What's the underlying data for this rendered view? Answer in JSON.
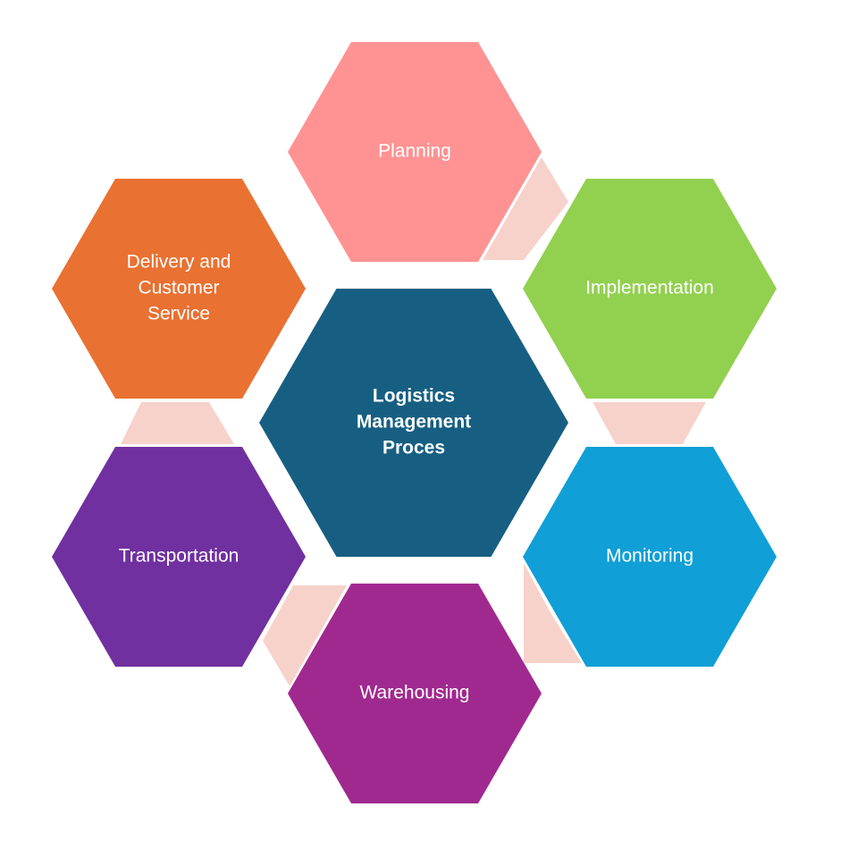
{
  "diagram": {
    "center": {
      "lines": [
        "Logistics",
        "Management",
        "Proces"
      ],
      "color": "#175F82"
    },
    "steps": [
      {
        "id": "planning",
        "lines": [
          "Planning"
        ],
        "color": "#FF9393"
      },
      {
        "id": "implementation",
        "lines": [
          "Implementation"
        ],
        "color": "#92D050"
      },
      {
        "id": "monitoring",
        "lines": [
          "Monitoring"
        ],
        "color": "#109FD6"
      },
      {
        "id": "warehousing",
        "lines": [
          "Warehousing"
        ],
        "color": "#A0298F"
      },
      {
        "id": "transportation",
        "lines": [
          "Transportation"
        ],
        "color": "#7030A0"
      },
      {
        "id": "delivery-and-customer-service",
        "lines": [
          "Delivery and",
          "Customer",
          "Service"
        ],
        "color": "#E97132"
      }
    ],
    "connector_color": "#F7D2CB"
  }
}
